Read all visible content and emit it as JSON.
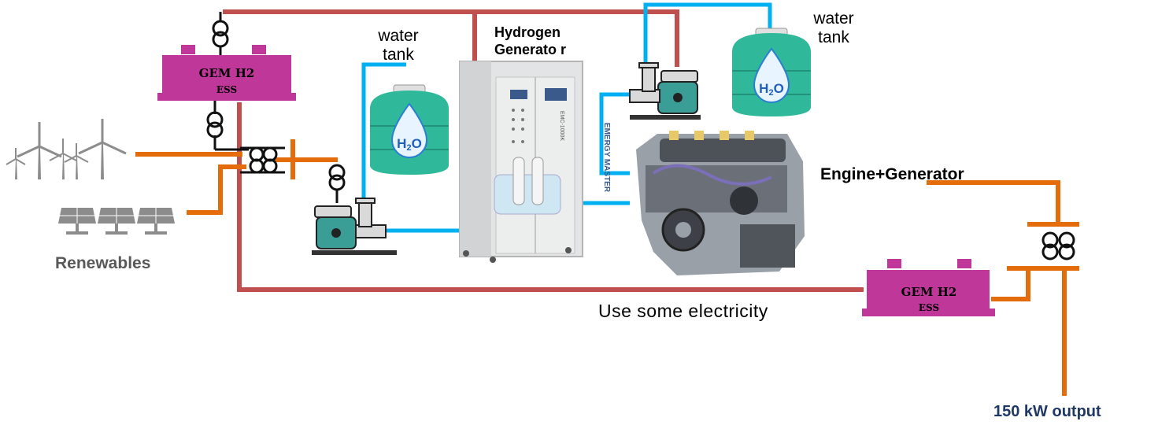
{
  "labels": {
    "water_tank_left": "water tank",
    "water_tank_right": "water tank",
    "hydrogen_generator": "Hydrogen Generato r",
    "engine_generator": "Engine+Generator",
    "renewables": "Renewables",
    "use_electricity": "Use some electricity",
    "output": "150 kW output"
  },
  "ess": {
    "title": "GEM H2",
    "subtitle": "ESS"
  },
  "tank": {
    "symbol_main": "H",
    "symbol_sub": "2",
    "symbol_end": "O"
  },
  "generator_panel": {
    "brand": "EMERGY MASTER",
    "model": "EMC-1000K"
  },
  "colors": {
    "red_line": "#c0504d",
    "orange_line": "#e46c0a",
    "blue_line": "#00b0f0",
    "ess_fill": "#c0379a",
    "tank_fill": "#2fb89a",
    "grey_icon": "#7f7f7f"
  }
}
